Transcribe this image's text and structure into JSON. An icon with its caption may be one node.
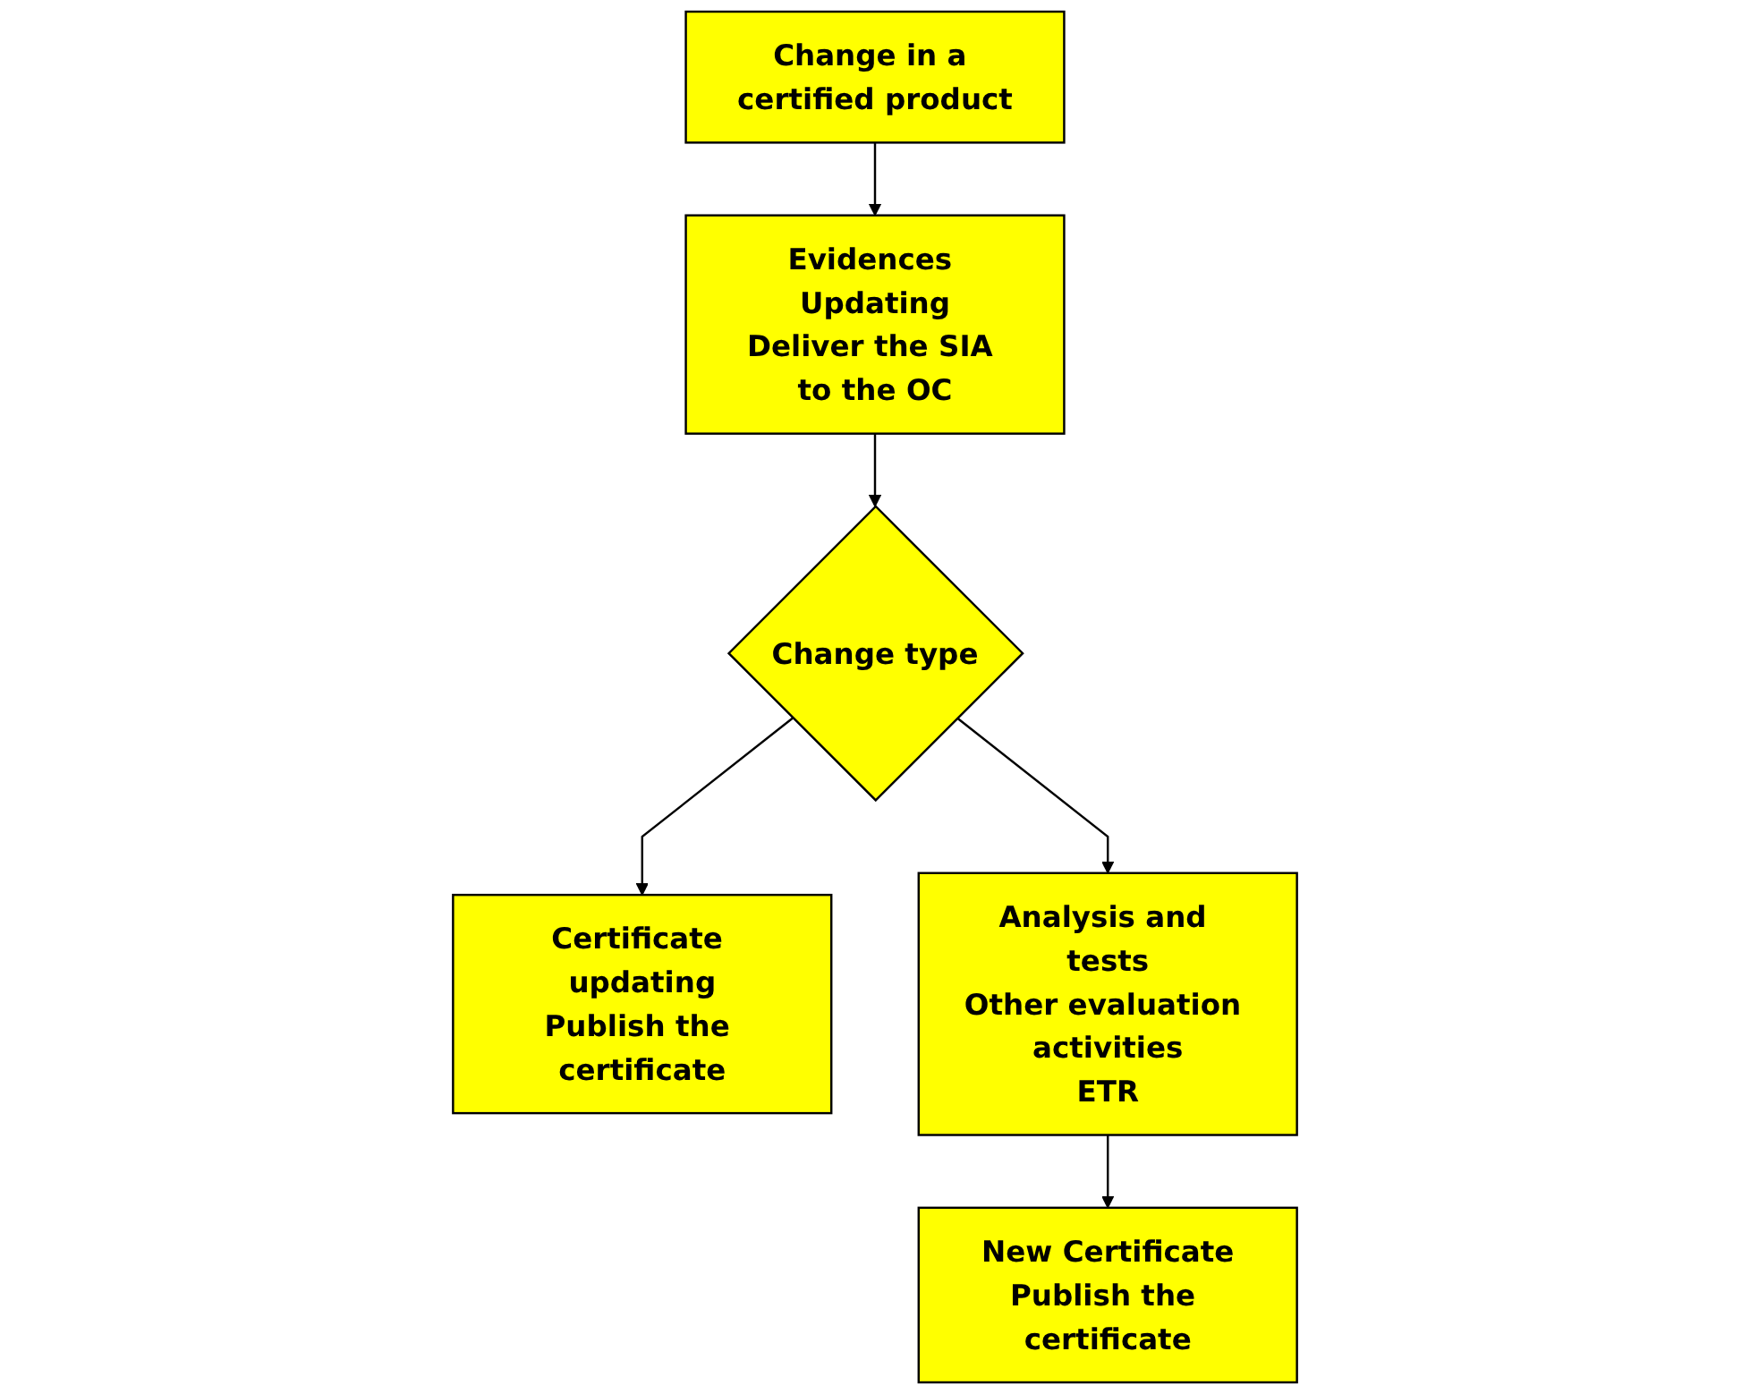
{
  "diagram": {
    "nodes": [
      {
        "text": [
          "Change in a certified product"
        ]
      },
      {
        "text": [
          "Evidences Updating",
          "Deliver the SIA to the OC"
        ]
      },
      {
        "text": [
          "Change type"
        ]
      },
      {
        "text": [
          "Certificate updating",
          "Publish the certificate"
        ]
      },
      {
        "text": [
          "Analysis and tests",
          "Other evaluation activities",
          "ETR"
        ]
      },
      {
        "text": [
          "New Certificate",
          "Publish the certificate"
        ]
      }
    ],
    "edges": [
      {
        "from": 0,
        "to": 1,
        "arrow": "to"
      },
      {
        "from": 1,
        "to": 2,
        "arrow": "to"
      },
      {
        "from": 2,
        "to": 3,
        "arrow": "to"
      },
      {
        "from": 2,
        "to": 4,
        "arrow": "to"
      },
      {
        "from": 4,
        "to": 5,
        "arrow": "to"
      }
    ]
  }
}
